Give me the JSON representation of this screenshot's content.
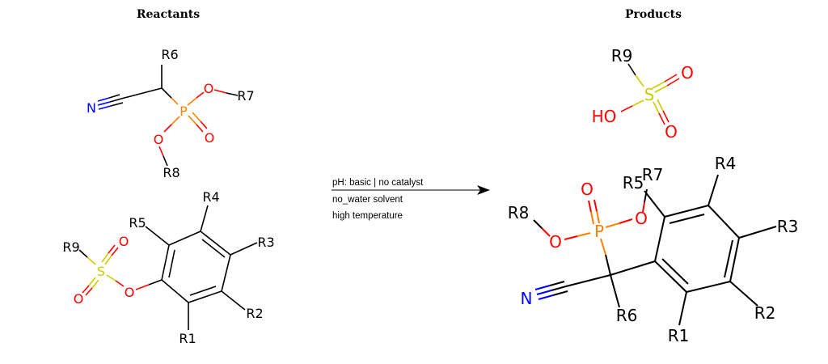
{
  "headers": {
    "reactants": "Reactants",
    "products": "Products"
  },
  "conditions": {
    "line1": "pH: basic | no catalyst",
    "line2": "no_water solvent",
    "line3": "high temperature"
  },
  "colors": {
    "carbon": "#000000",
    "oxygen": "#ff0000",
    "nitrogen": "#0000ff",
    "phosphorus": "#ff8000",
    "sulfur": "#cccc00"
  },
  "reactant_phosphonate": {
    "N": "N",
    "P": "P",
    "O_ester1": "O",
    "O_double": "O",
    "O_ester2": "O",
    "R6": "R6",
    "R7": "R7",
    "R8": "R8"
  },
  "reactant_aryl_sulfonate": {
    "R1": "R1",
    "R2": "R2",
    "R3": "R3",
    "R4": "R4",
    "R5": "R5",
    "R9": "R9",
    "S": "S",
    "O1": "O",
    "O2": "O",
    "O_link": "O"
  },
  "product_sulfonic_acid": {
    "R9": "R9",
    "S": "S",
    "O1": "O",
    "O2": "O",
    "HO": "HO"
  },
  "product_main": {
    "R1": "R1",
    "R2": "R2",
    "R3": "R3",
    "R4": "R4",
    "R5": "R5",
    "R6": "R6",
    "R7": "R7",
    "R8": "R8",
    "P": "P",
    "O_double": "O",
    "O_left": "O",
    "O_right": "O",
    "N": "N"
  }
}
